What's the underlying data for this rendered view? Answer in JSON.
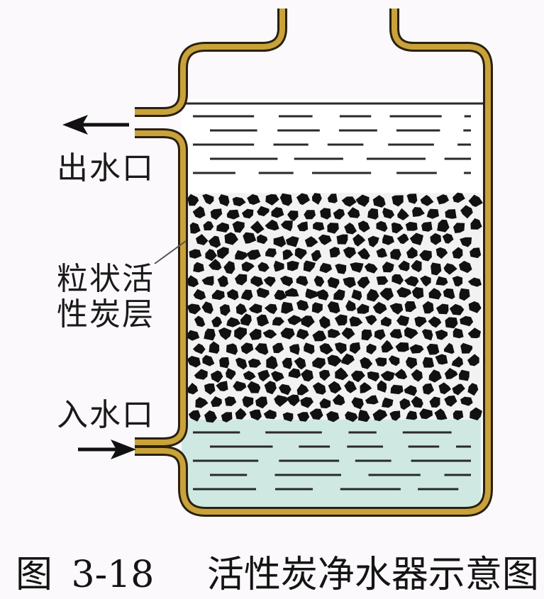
{
  "labels": {
    "outlet": "出水口",
    "carbon_line1": "粒状活",
    "carbon_line2": "性炭层",
    "inlet": "入水口"
  },
  "caption": {
    "figure_prefix": "图",
    "figure_number": "3-18",
    "title": "活性炭净水器示意图"
  },
  "colors": {
    "background": "#fbf9fb",
    "vessel_wall": "#c9a23a",
    "vessel_outline": "#2a2010",
    "water_upper": "#ffffff",
    "water_lower": "#cfe9e2",
    "carbon": "#111111",
    "text": "#1a1a1a"
  }
}
